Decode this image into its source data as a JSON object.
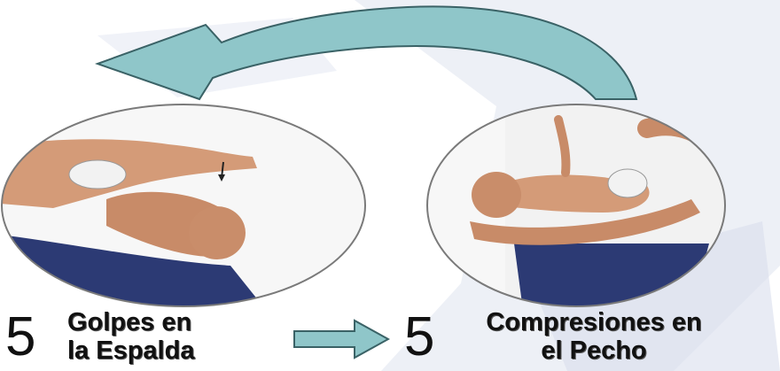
{
  "steps": [
    {
      "number": "5",
      "label_line1": "Golpes en",
      "label_line2": "la Espalda",
      "illustration": "back-blows-infant-prone-on-forearm"
    },
    {
      "number": "5",
      "label_line1": "Compresiones en",
      "label_line2": "el Pecho",
      "illustration": "chest-compressions-infant-supine-on-forearm"
    }
  ],
  "colors": {
    "arrow_fill": "#8fc6c9",
    "arrow_stroke": "#3a6266",
    "oval_stroke": "#7a7a7a",
    "skin": "#d49b78",
    "pants": "#2c3a74",
    "watermark": "#dfe3ef"
  },
  "icons": [
    "cycle-arrow-icon",
    "right-arrow-icon"
  ]
}
